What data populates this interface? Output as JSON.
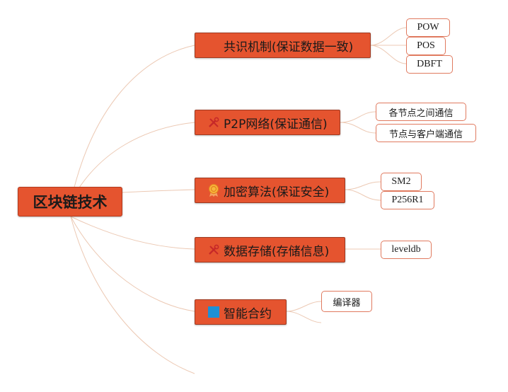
{
  "root": {
    "label": "区块链技术"
  },
  "branches": [
    {
      "label": "共识机制(保证数据一致)",
      "icon": "blank-icon",
      "children": [
        "POW",
        "POS",
        "DBFT"
      ]
    },
    {
      "label": "P2P网络(保证通信)",
      "icon": "tools-icon",
      "children": [
        "各节点之间通信",
        "节点与客户端通信"
      ]
    },
    {
      "label": "加密算法(保证安全)",
      "icon": "award-icon",
      "children": [
        "SM2",
        "P256R1"
      ]
    },
    {
      "label": "数据存储(存储信息)",
      "icon": "tools-icon",
      "children": [
        "leveldb"
      ]
    },
    {
      "label": "智能合约",
      "icon": "blue-square-icon",
      "children": [
        "编译器"
      ]
    }
  ],
  "colors": {
    "node_fill": "#e5542f",
    "leaf_border": "#e07a5f",
    "connector": "#ecc9b4",
    "blue_icon": "#1e90d6"
  }
}
